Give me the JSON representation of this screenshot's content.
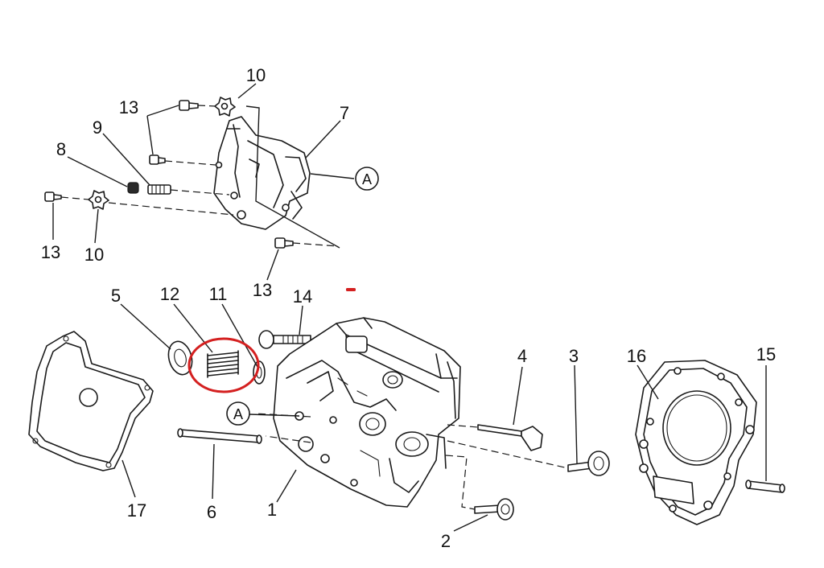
{
  "diagram": {
    "part_numbers": {
      "p1": "1",
      "p2": "2",
      "p3": "3",
      "p4": "4",
      "p5": "5",
      "p6": "6",
      "p7": "7",
      "p8": "8",
      "p9": "9",
      "p10_top": "10",
      "p10_left": "10",
      "p11": "11",
      "p12": "12",
      "p13_top": "13",
      "p13_left": "13",
      "p13_bottom": "13",
      "p14": "14",
      "p15": "15",
      "p16": "16",
      "p17": "17"
    },
    "callouts": {
      "a_upper": "A",
      "a_lower": "A"
    },
    "highlight": {
      "color": "#d42020",
      "target_part": "12"
    }
  }
}
